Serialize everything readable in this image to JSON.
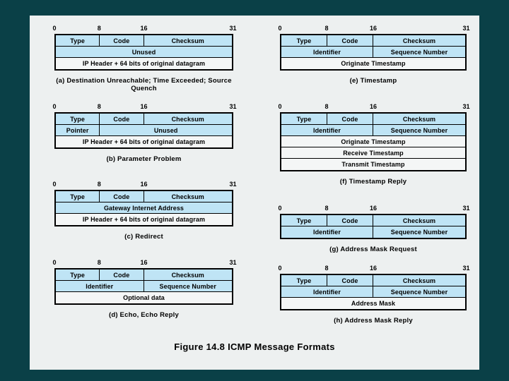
{
  "figure": {
    "caption": "Figure 14.8  ICMP Message Formats",
    "bit_ruler": {
      "t0": "0",
      "t8": "8",
      "t16": "16",
      "t31": "31"
    },
    "colors": {
      "slide_background": "#edf0f0",
      "page_background": "#0a4047",
      "header_cell": "#bfe4f5",
      "body_cell": "#f4f6f6",
      "border": "#000000"
    }
  },
  "diagrams": [
    {
      "id": "a",
      "label": "(a) Destination Unreachable; Time Exceeded; Source Quench",
      "rows": [
        [
          {
            "text": "Type",
            "bits": 8,
            "fill": "blue"
          },
          {
            "text": "Code",
            "bits": 8,
            "fill": "blue"
          },
          {
            "text": "Checksum",
            "bits": 16,
            "fill": "blue"
          }
        ],
        [
          {
            "text": "Unused",
            "bits": 32,
            "fill": "blue"
          }
        ],
        [
          {
            "text": "IP Header + 64 bits of original datagram",
            "bits": 32,
            "fill": "white"
          }
        ]
      ]
    },
    {
      "id": "b",
      "label": "(b) Parameter Problem",
      "rows": [
        [
          {
            "text": "Type",
            "bits": 8,
            "fill": "blue"
          },
          {
            "text": "Code",
            "bits": 8,
            "fill": "blue"
          },
          {
            "text": "Checksum",
            "bits": 16,
            "fill": "blue"
          }
        ],
        [
          {
            "text": "Pointer",
            "bits": 8,
            "fill": "blue"
          },
          {
            "text": "Unused",
            "bits": 24,
            "fill": "blue"
          }
        ],
        [
          {
            "text": "IP Header + 64 bits of original datagram",
            "bits": 32,
            "fill": "white"
          }
        ]
      ]
    },
    {
      "id": "c",
      "label": "(c) Redirect",
      "rows": [
        [
          {
            "text": "Type",
            "bits": 8,
            "fill": "blue"
          },
          {
            "text": "Code",
            "bits": 8,
            "fill": "blue"
          },
          {
            "text": "Checksum",
            "bits": 16,
            "fill": "blue"
          }
        ],
        [
          {
            "text": "Gateway Internet Address",
            "bits": 32,
            "fill": "blue"
          }
        ],
        [
          {
            "text": "IP Header + 64 bits of original datagram",
            "bits": 32,
            "fill": "white"
          }
        ]
      ]
    },
    {
      "id": "d",
      "label": "(d) Echo, Echo Reply",
      "rows": [
        [
          {
            "text": "Type",
            "bits": 8,
            "fill": "blue"
          },
          {
            "text": "Code",
            "bits": 8,
            "fill": "blue"
          },
          {
            "text": "Checksum",
            "bits": 16,
            "fill": "blue"
          }
        ],
        [
          {
            "text": "Identifier",
            "bits": 16,
            "fill": "blue"
          },
          {
            "text": "Sequence Number",
            "bits": 16,
            "fill": "blue"
          }
        ],
        [
          {
            "text": "Optional data",
            "bits": 32,
            "fill": "white"
          }
        ]
      ]
    },
    {
      "id": "e",
      "label": "(e) Timestamp",
      "rows": [
        [
          {
            "text": "Type",
            "bits": 8,
            "fill": "blue"
          },
          {
            "text": "Code",
            "bits": 8,
            "fill": "blue"
          },
          {
            "text": "Checksum",
            "bits": 16,
            "fill": "blue"
          }
        ],
        [
          {
            "text": "Identifier",
            "bits": 16,
            "fill": "blue"
          },
          {
            "text": "Sequence Number",
            "bits": 16,
            "fill": "blue"
          }
        ],
        [
          {
            "text": "Originate Timestamp",
            "bits": 32,
            "fill": "white"
          }
        ]
      ]
    },
    {
      "id": "f",
      "label": "(f) Timestamp Reply",
      "rows": [
        [
          {
            "text": "Type",
            "bits": 8,
            "fill": "blue"
          },
          {
            "text": "Code",
            "bits": 8,
            "fill": "blue"
          },
          {
            "text": "Checksum",
            "bits": 16,
            "fill": "blue"
          }
        ],
        [
          {
            "text": "Identifier",
            "bits": 16,
            "fill": "blue"
          },
          {
            "text": "Sequence Number",
            "bits": 16,
            "fill": "blue"
          }
        ],
        [
          {
            "text": "Originate Timestamp",
            "bits": 32,
            "fill": "white"
          }
        ],
        [
          {
            "text": "Receive Timestamp",
            "bits": 32,
            "fill": "white"
          }
        ],
        [
          {
            "text": "Transmit Timestamp",
            "bits": 32,
            "fill": "white"
          }
        ]
      ]
    },
    {
      "id": "g",
      "label": "(g) Address Mask Request",
      "rows": [
        [
          {
            "text": "Type",
            "bits": 8,
            "fill": "blue"
          },
          {
            "text": "Code",
            "bits": 8,
            "fill": "blue"
          },
          {
            "text": "Checksum",
            "bits": 16,
            "fill": "blue"
          }
        ],
        [
          {
            "text": "Identifier",
            "bits": 16,
            "fill": "blue"
          },
          {
            "text": "Sequence Number",
            "bits": 16,
            "fill": "blue"
          }
        ]
      ]
    },
    {
      "id": "h",
      "label": "(h) Address Mask Reply",
      "rows": [
        [
          {
            "text": "Type",
            "bits": 8,
            "fill": "blue"
          },
          {
            "text": "Code",
            "bits": 8,
            "fill": "blue"
          },
          {
            "text": "Checksum",
            "bits": 16,
            "fill": "blue"
          }
        ],
        [
          {
            "text": "Identifier",
            "bits": 16,
            "fill": "blue"
          },
          {
            "text": "Sequence Number",
            "bits": 16,
            "fill": "blue"
          }
        ],
        [
          {
            "text": "Address Mask",
            "bits": 32,
            "fill": "white"
          }
        ]
      ]
    }
  ]
}
